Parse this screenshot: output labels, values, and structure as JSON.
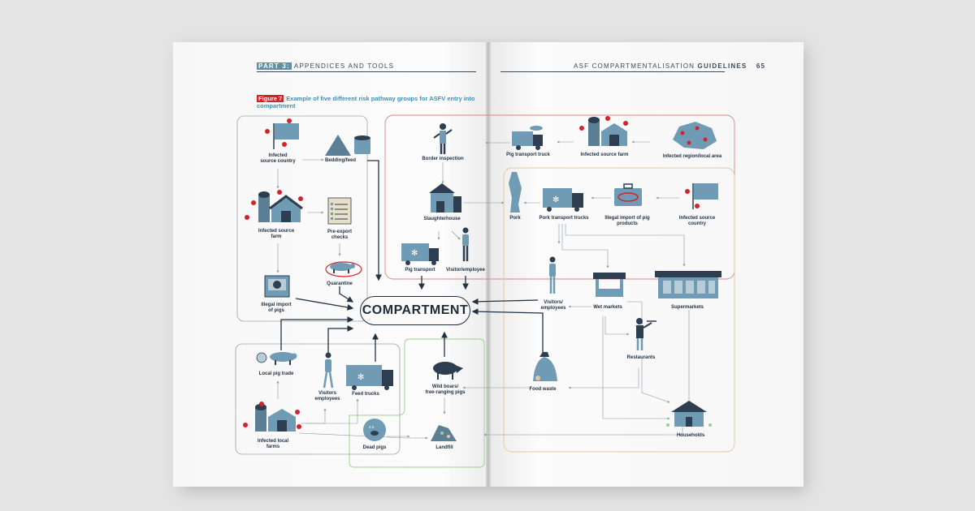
{
  "header": {
    "part_label": "PART 3:",
    "part_title": " APPENDICES AND TOOLS",
    "guide_title": "ASF COMPARTMENTALISATION ",
    "guide_title_strong": "GUIDELINES",
    "page_number": "65"
  },
  "figure": {
    "tag": "Figure 7",
    "caption": "Example of five different risk pathway groups for ASFV entry into compartment"
  },
  "center": "COMPARTMENT",
  "nodes": {
    "infected_source_country": [
      "Infected",
      "source country"
    ],
    "bedding_feed": [
      "Bedding/feed"
    ],
    "infected_source_farm": [
      "Infected source",
      "farm"
    ],
    "pre_export_checks": [
      "Pre-export",
      "checks"
    ],
    "quarantine": [
      "Quarantine"
    ],
    "illegal_import_of_pigs": [
      "Illegal import",
      "of pigs"
    ],
    "border_inspection": [
      "Border inspection"
    ],
    "slaughterhouse": [
      "Slaughterhouse"
    ],
    "pig_transport": [
      "Pig transport"
    ],
    "visitor_employee": [
      "Visitor/employee"
    ],
    "pig_transport_truck": [
      "Pig transport truck"
    ],
    "infected_source_farm_right": [
      "Infected source farm"
    ],
    "infected_region": [
      "Infected region/local area"
    ],
    "pork": [
      "Pork"
    ],
    "pork_transport_trucks": [
      "Pork transport trucks"
    ],
    "illegal_import_pig_products": [
      "Illegal import of pig",
      "products"
    ],
    "infected_source_country_right": [
      "Infected source",
      "country"
    ],
    "visitors_employees_right": [
      "Visitors/",
      "employees"
    ],
    "wet_markets": [
      "Wet markets"
    ],
    "supermarkets": [
      "Supermarkets"
    ],
    "restaurants": [
      "Restaurants"
    ],
    "local_pig_trade": [
      "Local pig trade"
    ],
    "visitors_employees_left": [
      "Visitors",
      "employees"
    ],
    "feed_trucks": [
      "Feed trucks"
    ],
    "wild_boars": [
      "Wild boars/",
      "free-ranging pigs"
    ],
    "food_waste": [
      "Food waste"
    ],
    "infected_local_farms": [
      "Infected local",
      "farms"
    ],
    "dead_pigs": [
      "Dead pigs"
    ],
    "landfill": [
      "Landfill"
    ],
    "households": [
      "Households"
    ]
  },
  "colors": {
    "ink": "#223344",
    "icon_blue": "#6f9bb4",
    "icon_dark": "#2c3e50",
    "red_dot": "#d2232a",
    "group_grey": "#9aa6a0",
    "group_red": "#d9848a",
    "group_tan": "#e3c79a",
    "group_green": "#9ccf8e"
  }
}
